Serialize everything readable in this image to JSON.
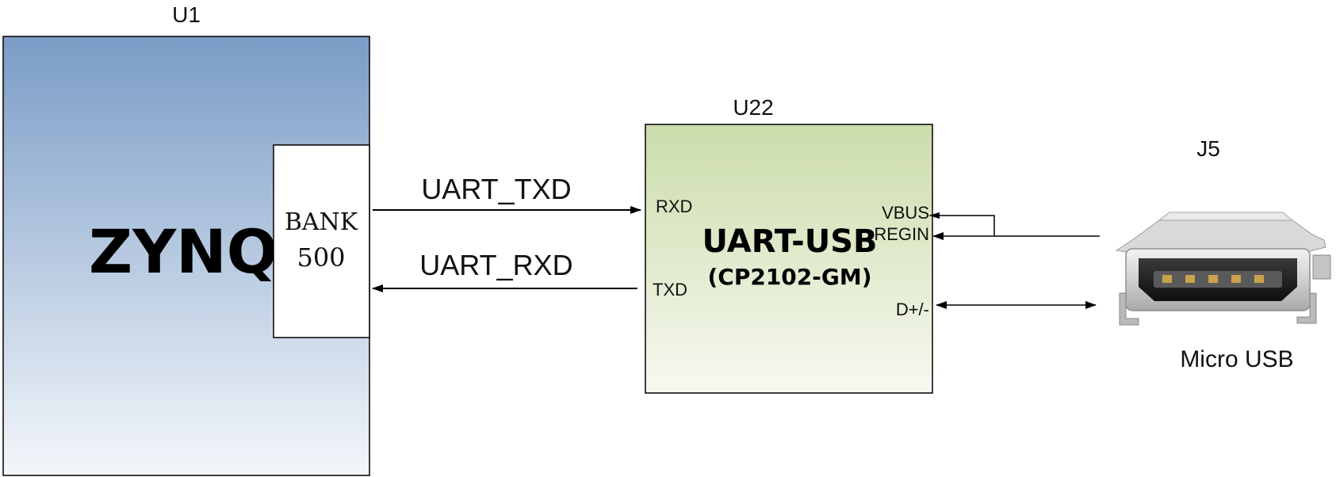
{
  "u1": {
    "ref": "U1",
    "name": "ZYNQ",
    "bank_line1": "BANK",
    "bank_line2": "500"
  },
  "signals": {
    "txd": "UART_TXD",
    "rxd": "UART_RXD"
  },
  "u22": {
    "ref": "U22",
    "title": "UART-USB",
    "part": "(CP2102-GM)",
    "pins": {
      "rxd": "RXD",
      "txd": "TXD",
      "vbus": "VBUS",
      "regin": "REGIN",
      "dplus_minus": "D+/-"
    }
  },
  "j5": {
    "ref": "J5",
    "caption": "Micro USB"
  },
  "colors": {
    "zynq_top": "#7a9cc6",
    "zynq_bottom": "#f4f7fb",
    "usb_top": "#cbdcaa",
    "usb_bottom": "#f7f9f1",
    "line": "#000000"
  }
}
